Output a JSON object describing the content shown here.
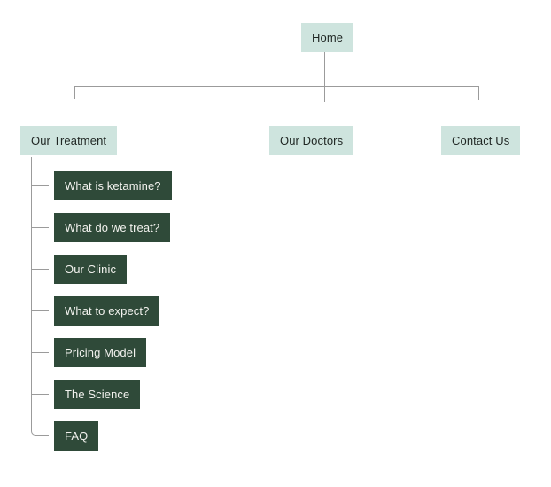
{
  "colors": {
    "background": "#ffffff",
    "parent_bg": "#cee4de",
    "parent_text": "#1f2623",
    "child_bg": "#2f4a39",
    "child_text": "#f2f2ee",
    "line": "#9b9b9b"
  },
  "tree": {
    "root": {
      "label": "Home"
    },
    "level1": [
      {
        "label": "Our Treatment"
      },
      {
        "label": "Our Doctors"
      },
      {
        "label": "Contact Us"
      }
    ],
    "treatment_children": [
      {
        "label": "What is ketamine?"
      },
      {
        "label": "What do we treat?"
      },
      {
        "label": "Our Clinic"
      },
      {
        "label": "What to expect?"
      },
      {
        "label": "Pricing Model"
      },
      {
        "label": "The Science"
      },
      {
        "label": "FAQ"
      }
    ]
  }
}
